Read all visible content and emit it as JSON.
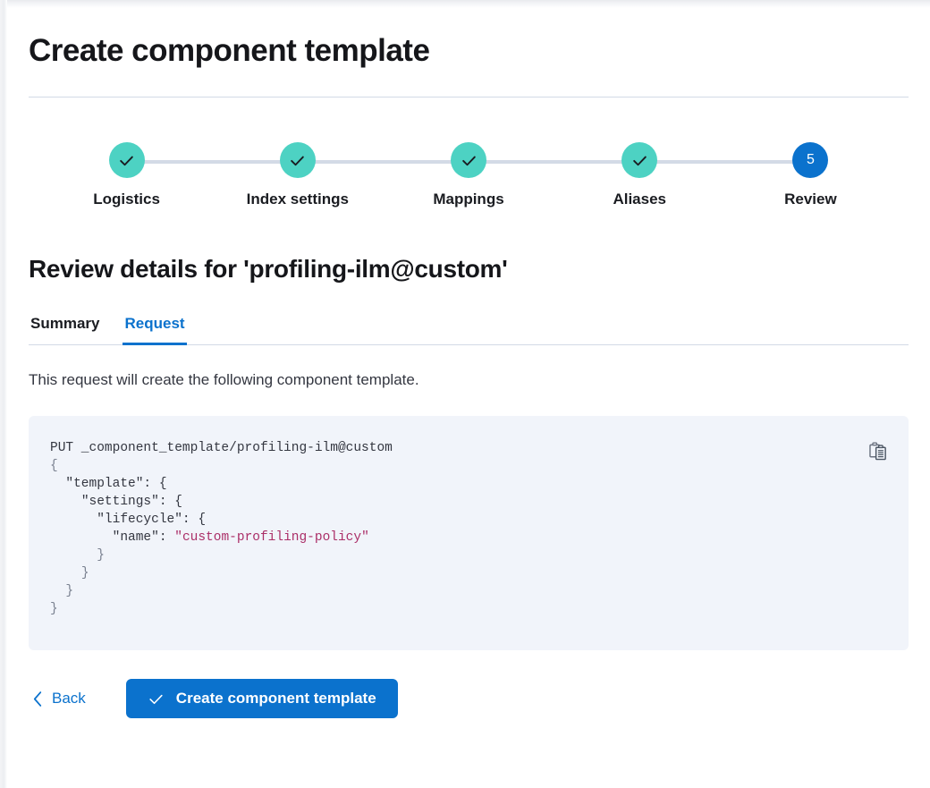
{
  "page": {
    "title": "Create component template",
    "section_title": "Review details for 'profiling-ilm@custom'",
    "lead": "This request will create the following component template."
  },
  "stepper": {
    "steps": [
      {
        "label": "Logistics",
        "state": "done",
        "number": "1",
        "icon": "check-icon"
      },
      {
        "label": "Index settings",
        "state": "done",
        "number": "2",
        "icon": "check-icon"
      },
      {
        "label": "Mappings",
        "state": "done",
        "number": "3",
        "icon": "check-icon"
      },
      {
        "label": "Aliases",
        "state": "done",
        "number": "4",
        "icon": "check-icon"
      },
      {
        "label": "Review",
        "state": "current",
        "number": "5",
        "icon": ""
      }
    ],
    "done_color": "#4dd2c3",
    "current_color": "#0b72cd",
    "connector_color": "#d3dae6"
  },
  "tabs": [
    {
      "label": "Summary",
      "active": false
    },
    {
      "label": "Request",
      "active": true
    }
  ],
  "code": {
    "copy_icon": "copy-clipboard-icon",
    "background": "#f1f4fa",
    "string_color": "#ab2f68",
    "lines": [
      {
        "indent": 0,
        "text": "PUT _component_template/profiling-ilm@custom",
        "type": "method"
      },
      {
        "indent": 0,
        "text": "{",
        "type": "punc"
      },
      {
        "indent": 1,
        "text": "\"template\": {",
        "type": "key"
      },
      {
        "indent": 2,
        "text": "\"settings\": {",
        "type": "key"
      },
      {
        "indent": 3,
        "text": "\"lifecycle\": {",
        "type": "key"
      },
      {
        "indent": 4,
        "key": "\"name\": ",
        "value": "\"custom-profiling-policy\"",
        "type": "keyvalue"
      },
      {
        "indent": 3,
        "text": "}",
        "type": "punc"
      },
      {
        "indent": 2,
        "text": "}",
        "type": "punc"
      },
      {
        "indent": 1,
        "text": "}",
        "type": "punc"
      },
      {
        "indent": 0,
        "text": "}",
        "type": "punc"
      }
    ],
    "raw": "PUT _component_template/profiling-ilm@custom\n{\n  \"template\": {\n    \"settings\": {\n      \"lifecycle\": {\n        \"name\": \"custom-profiling-policy\"\n      }\n    }\n  }\n}"
  },
  "footer": {
    "back_label": "Back",
    "back_icon": "chevron-left-icon",
    "submit_label": "Create component template",
    "submit_icon": "check-icon",
    "submit_color": "#0b72cd"
  }
}
